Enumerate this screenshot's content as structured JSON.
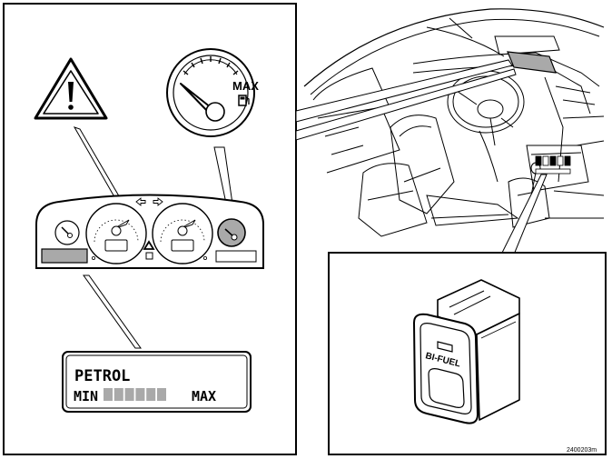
{
  "gauge": {
    "max_label": "MAX"
  },
  "display": {
    "fuel_label": "PETROL",
    "min_label": "MIN",
    "max_label": "MAX",
    "level_segments_total": 6
  },
  "switch": {
    "label": "BI-FUEL"
  },
  "figure": {
    "code": "2400203m"
  },
  "icons": {
    "warning": "warning-triangle-icon",
    "fuel_pump": "fuel-pump-icon",
    "arrows": "turn-signal-arrows-icon"
  },
  "colors": {
    "line": "#000000",
    "highlight": "#a9a9a9",
    "background": "#ffffff"
  }
}
